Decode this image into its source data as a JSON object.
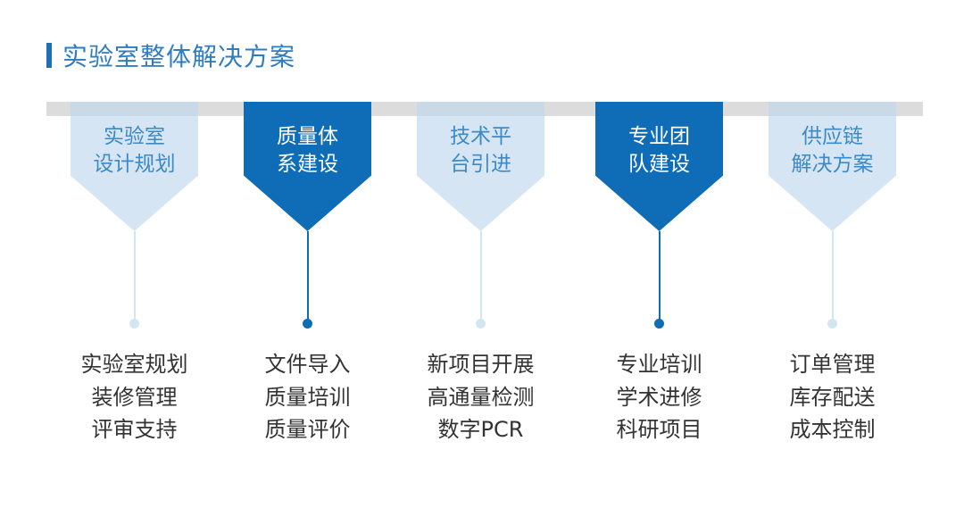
{
  "title": "实验室整体解决方案",
  "columns": [
    {
      "heading": [
        "实验室",
        "设计规划"
      ],
      "style": "light",
      "items": [
        "实验室规划",
        "装修管理",
        "评审支持"
      ]
    },
    {
      "heading": [
        "质量体",
        "系建设"
      ],
      "style": "dark",
      "items": [
        "文件导入",
        "质量培训",
        "质量评价"
      ]
    },
    {
      "heading": [
        "技术平",
        "台引进"
      ],
      "style": "light",
      "items": [
        "新项目开展",
        "高通量检测",
        "数字PCR"
      ]
    },
    {
      "heading": [
        "专业团",
        "队建设"
      ],
      "style": "dark",
      "items": [
        "专业培训",
        "学术进修",
        "科研项目"
      ]
    },
    {
      "heading": [
        "供应链",
        "解决方案"
      ],
      "style": "light",
      "items": [
        "订单管理",
        "库存配送",
        "成本控制"
      ]
    }
  ],
  "colors": {
    "dark": "#0f6db8",
    "light": "#d4e5f2",
    "bar": "#dcdcdc"
  }
}
